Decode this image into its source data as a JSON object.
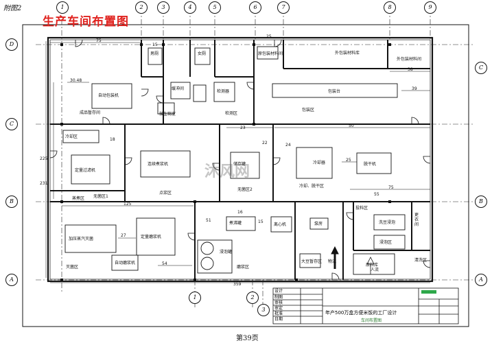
{
  "header": {
    "figure_label": "附图2",
    "title": "生产车间布置图"
  },
  "axes": {
    "columns": [
      "1",
      "2",
      "3",
      "4",
      "5",
      "6",
      "7",
      "8",
      "9"
    ],
    "rows": [
      "D",
      "C",
      "B",
      "A"
    ]
  },
  "rooms": {
    "r1": "男厕",
    "r2": "女厕",
    "r3": "原包装材料间",
    "r4": "外包装材料库",
    "r5": "外包装材料间",
    "r6": "自动包装机",
    "r7": "缓冲间",
    "r8": "检测器",
    "r9": "包装台",
    "r10": "成品暂存间",
    "r11": "包装区",
    "r12": "检测区",
    "r13": "微生物室",
    "r14": "冷却区",
    "r15": "连续煮浆机",
    "r16": "冷却器",
    "r17": "点浆区",
    "r18": "储存罐",
    "r19": "蒸煮区",
    "r20": "无菌区2",
    "r21": "冷却、脱干区",
    "r22": "脱干机",
    "r23": "无菌区1",
    "r24": "定量过滤机",
    "r25": "加压蒸汽灭菌",
    "r26": "定量磨浆机",
    "r27": "灭菌区",
    "r28": "自动磨浆机",
    "r29": "磨浆区",
    "r30": "煮沸罐",
    "r31": "离心机",
    "r32": "泵房",
    "r33": "大豆暂存区",
    "r34": "洗豆浸泡",
    "r35": "浸泡区",
    "r36": "原料库",
    "r37": "更衣间",
    "r38": "投料区",
    "r39": "清洗区",
    "r40": "人流",
    "r41": "物流",
    "r42": "浸泡罐"
  },
  "dimensions": {
    "d1": "75",
    "d2": "25",
    "d3": "15",
    "d4": "30.48",
    "d5": "38",
    "d6": "39",
    "d7": "50",
    "d8": "125",
    "d9": "75",
    "d10": "25",
    "d11": "55",
    "d12": "27",
    "d13": "54",
    "d14": "359",
    "d15": "23",
    "d16": "24",
    "d17": "22",
    "d18": "18",
    "d19": "51",
    "d20": "16",
    "d21": "15",
    "d22": "225",
    "d23": "231"
  },
  "title_block": {
    "project": "年产500万盒方便米饭的工厂设计",
    "drawing": "车间布置图",
    "rows": [
      "设计",
      "制图",
      "审核",
      "审定",
      "批准",
      "日期"
    ]
  },
  "watermark": "沐风网",
  "footer": {
    "page": "第39页"
  },
  "colors": {
    "line": "#111111",
    "title": "#e0231f",
    "axis": "#222222"
  }
}
